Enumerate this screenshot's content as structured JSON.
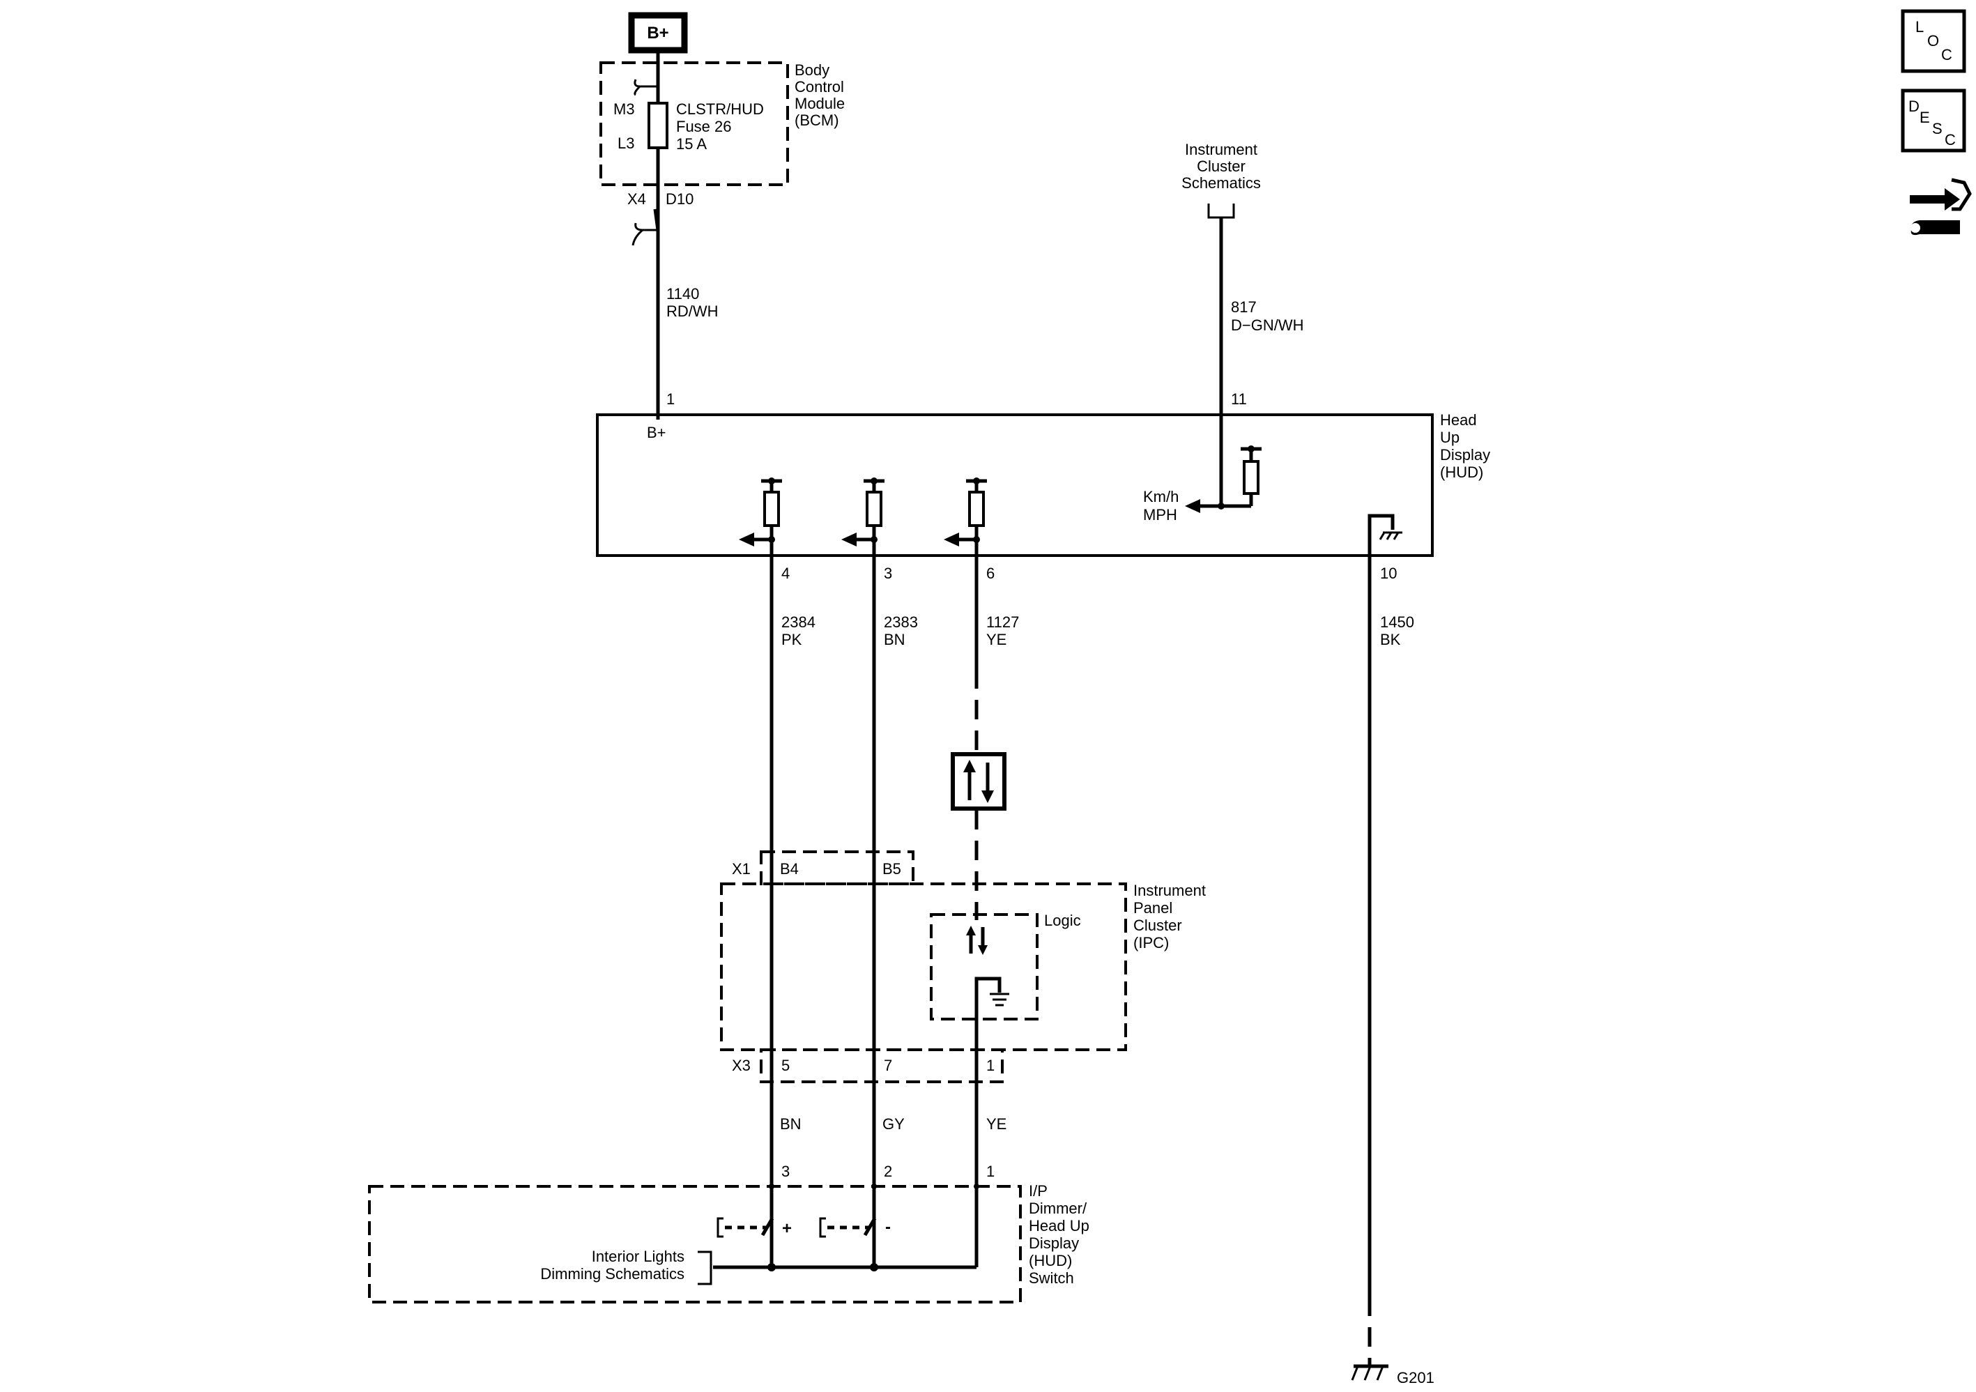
{
  "power": {
    "label": "B+"
  },
  "bcm": {
    "name_lines": [
      "Body",
      "Control",
      "Module",
      "(BCM)"
    ],
    "pin_m3": "M3",
    "pin_l3": "L3",
    "fuse_lines": [
      "CLSTR/HUD",
      "Fuse 26",
      "15 A"
    ],
    "connector": "X4",
    "pin_d10": "D10"
  },
  "wires": {
    "w1140": {
      "circuit": "1140",
      "color": "RD/WH"
    },
    "w817": {
      "circuit": "817",
      "color": "D−GN/WH"
    },
    "w2384": {
      "circuit": "2384",
      "color": "PK"
    },
    "w2383": {
      "circuit": "2383",
      "color": "BN"
    },
    "w1127": {
      "circuit": "1127",
      "color": "YE"
    },
    "w1450": {
      "circuit": "1450",
      "color": "BK"
    },
    "sw_bn": "BN",
    "sw_gy": "GY",
    "sw_ye": "YE"
  },
  "instrument_cluster_ref": {
    "lines": [
      "Instrument",
      "Cluster",
      "Schematics"
    ]
  },
  "hud": {
    "name_lines": [
      "Head",
      "Up",
      "Display",
      "(HUD)"
    ],
    "pin1": "1",
    "pin11": "11",
    "bplus": "B+",
    "speed_lines": [
      "Km/h",
      "MPH"
    ],
    "pin4": "4",
    "pin3": "3",
    "pin6": "6",
    "pin10": "10"
  },
  "ipc": {
    "name_lines": [
      "Instrument",
      "Panel",
      "Cluster",
      "(IPC)"
    ],
    "x1": "X1",
    "b4": "B4",
    "b5": "B5",
    "logic": "Logic",
    "x3": "X3",
    "p5": "5",
    "p7": "7",
    "p1": "1"
  },
  "switch": {
    "name_lines": [
      "I/P",
      "Dimmer/",
      "Head Up",
      "Display",
      "(HUD)",
      "Switch"
    ],
    "p3": "3",
    "p2": "2",
    "p1": "1",
    "plus": "+",
    "minus": "-",
    "ref_lines": [
      "Interior Lights",
      "Dimming Schematics"
    ]
  },
  "ground": {
    "label": "G201"
  },
  "side_icons": {
    "loc_letters": [
      "L",
      "O",
      "C"
    ],
    "desc_letters": [
      "D",
      "E",
      "S",
      "C"
    ],
    "icons": [
      "loc-icon",
      "desc-icon",
      "connector-repair-icon"
    ]
  }
}
